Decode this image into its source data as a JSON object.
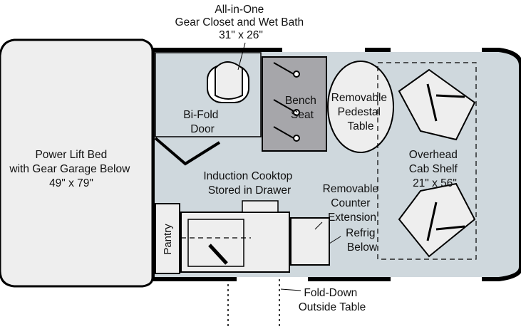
{
  "colors": {
    "floor": "#cfd8dd",
    "fixture": "#eeeeee",
    "shade": "#a6a6aa",
    "wall": "#000000",
    "window": "#ffffff"
  },
  "labels": {
    "bath": [
      "All-in-One",
      "Gear Closet and Wet Bath",
      "31\" x 26\""
    ],
    "bifold": [
      "Bi-Fold",
      "Door"
    ],
    "bed": [
      "Power Lift Bed",
      "with Gear Garage Below",
      "49\" x 79\""
    ],
    "bench": [
      "Bench",
      "Seat"
    ],
    "table": [
      "Removable",
      "Pedestal",
      "Table"
    ],
    "shelf": [
      "Overhead",
      "Cab Shelf",
      "21\" x 56\""
    ],
    "cooktop": [
      "Induction Cooktop",
      "Stored in Drawer"
    ],
    "counter": [
      "Removable",
      "Counter",
      "Extension"
    ],
    "refrig": [
      "Refrig",
      "Below"
    ],
    "pantry": "Pantry",
    "outside_table": [
      "Fold-Down",
      "Outside Table"
    ]
  }
}
